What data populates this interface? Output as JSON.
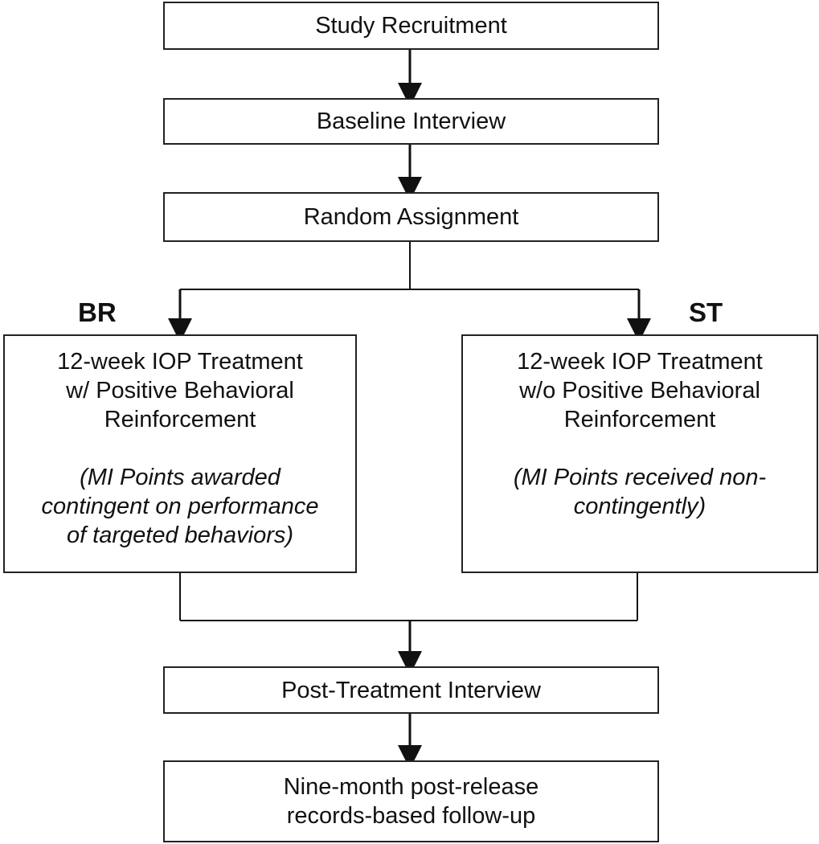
{
  "flowchart": {
    "recruitment": "Study Recruitment",
    "baseline": "Baseline Interview",
    "random": "Random Assignment",
    "arm_br_label": "BR",
    "arm_st_label": "ST",
    "br_box": {
      "lines": [
        "12-week IOP Treatment",
        "w/ Positive Behavioral",
        "Reinforcement"
      ],
      "note_lines": [
        "(MI Points awarded",
        "contingent on performance",
        "of targeted behaviors)"
      ]
    },
    "st_box": {
      "lines": [
        "12-week IOP Treatment",
        "w/o Positive Behavioral",
        "Reinforcement"
      ],
      "note_lines": [
        "(MI Points received non-",
        "contingently)"
      ]
    },
    "post_treatment": "Post-Treatment Interview",
    "follow_up": {
      "lines": [
        "Nine-month post-release",
        "records-based follow-up"
      ]
    }
  }
}
